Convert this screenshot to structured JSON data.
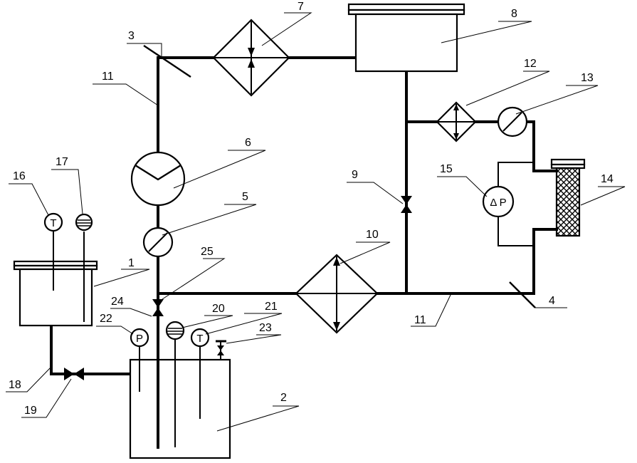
{
  "labels": {
    "n1": "1",
    "n2": "2",
    "n3": "3",
    "n4": "4",
    "n5": "5",
    "n6": "6",
    "n7": "7",
    "n8": "8",
    "n9": "9",
    "n10": "10",
    "n11a": "11",
    "n11b": "11",
    "n12": "12",
    "n13": "13",
    "n14": "14",
    "n15": "15",
    "n16": "16",
    "n17": "17",
    "n18": "18",
    "n19": "19",
    "n20": "20",
    "n21": "21",
    "n22": "22",
    "n23": "23",
    "n24": "24",
    "n25": "25"
  },
  "gauges": {
    "temperature": "T",
    "pressure": "P",
    "differential_pressure": "Δ P"
  }
}
